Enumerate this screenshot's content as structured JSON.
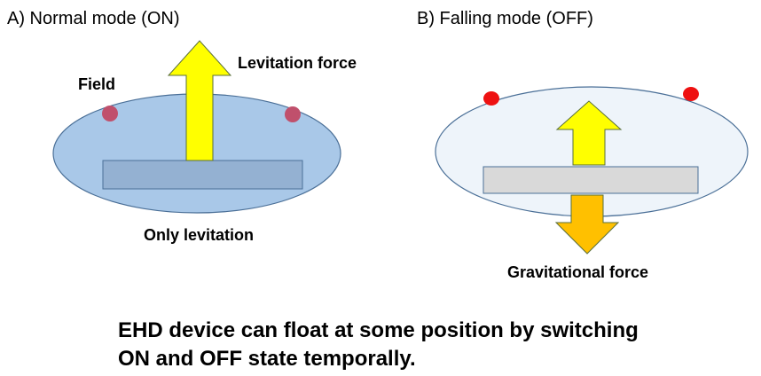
{
  "panels": {
    "on": {
      "title": "A) Normal mode (ON)",
      "field_label": "Field",
      "levitation_label": "Levitation force",
      "caption": "Only levitation"
    },
    "off": {
      "title": "B) Falling mode (OFF)",
      "gravity_label": "Gravitational force"
    }
  },
  "summary": {
    "line1": "EHD device can float at some position by switching",
    "line2": "ON and OFF state temporally."
  },
  "colors": {
    "ellipse_on_fill": "#a9c8e8",
    "ellipse_off_fill": "#eef4fa",
    "ellipse_stroke": "#4a6f97",
    "plate_on_fill": "#94b1d2",
    "plate_off_fill": "#d9d9d9",
    "dot_on": "#c0506c",
    "dot_off": "#ee1111",
    "arrow_yellow": "#ffff00",
    "arrow_orange": "#ffc000",
    "arrow_stroke": "#5a6f3a"
  }
}
